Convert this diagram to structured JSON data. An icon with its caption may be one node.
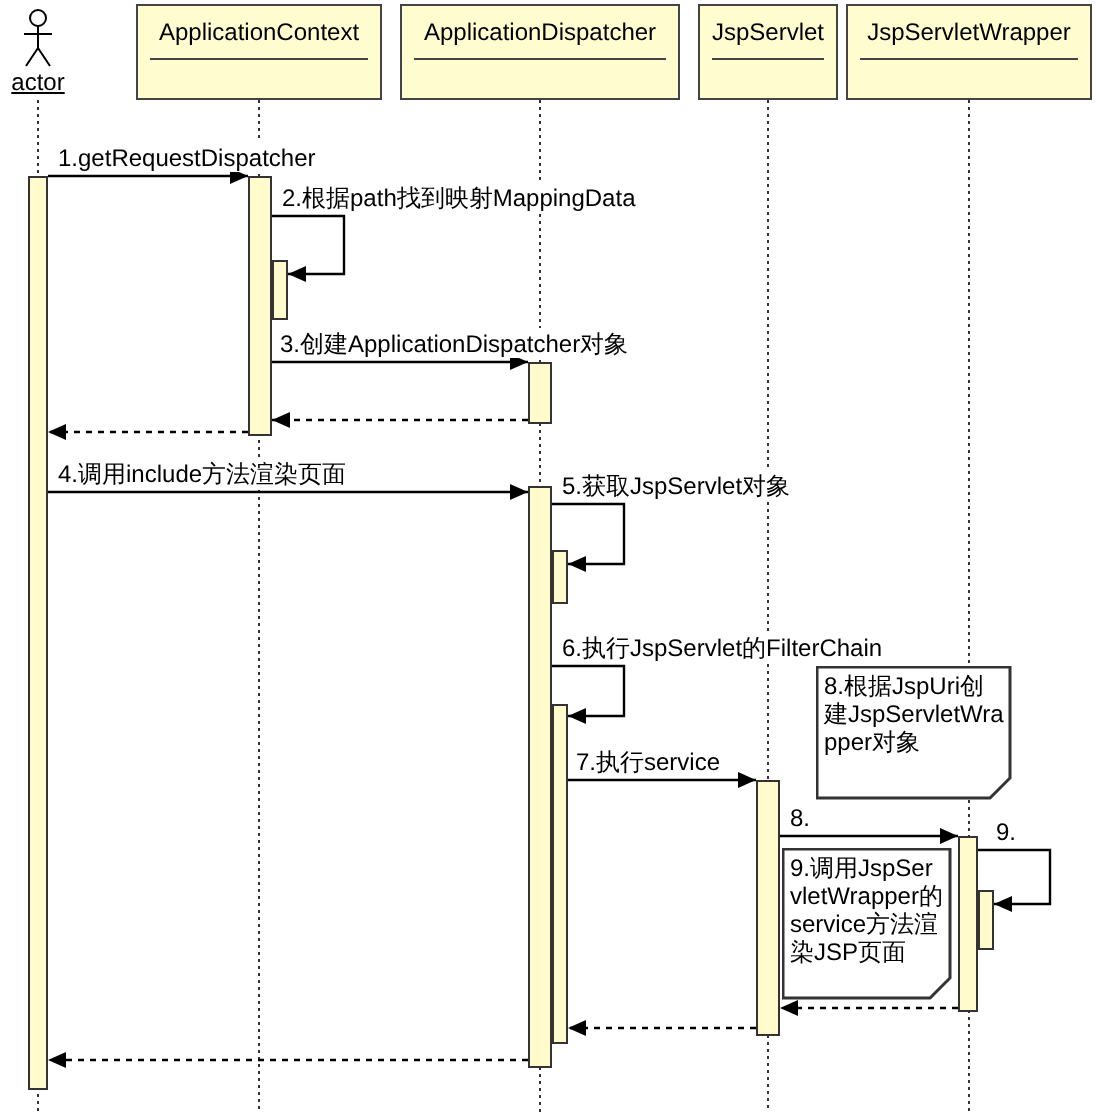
{
  "diagram": {
    "nodes": [
      {
        "text": [
          "actor"
        ]
      },
      {
        "text": [
          "ApplicationContext"
        ]
      },
      {
        "text": [
          "ApplicationDispatcher"
        ]
      },
      {
        "text": [
          "JspServlet"
        ]
      },
      {
        "text": [
          "JspServletWrapper"
        ]
      },
      {
        "text": [],
        "shape": "bar"
      },
      {
        "text": [],
        "shape": "bar"
      },
      {
        "text": [],
        "shape": "bar"
      },
      {
        "text": [],
        "shape": "bar"
      },
      {
        "text": [],
        "shape": "bar"
      },
      {
        "text": [],
        "shape": "bar"
      },
      {
        "text": [],
        "shape": "bar"
      },
      {
        "text": [],
        "shape": "bar"
      },
      {
        "text": [],
        "shape": "bar"
      },
      {
        "text": [],
        "shape": "bar"
      },
      {
        "text": [
          "8.根据JspUri创建JspServletWrapper对象"
        ]
      },
      {
        "text": [
          "9.调用JspServletWrapper的service方法渲染JSP页面"
        ]
      }
    ],
    "edges": [
      {
        "from": 5,
        "to": 6,
        "arrow": "to",
        "label": "1.getRequestDispatcher"
      },
      {
        "from": 6,
        "to": 7,
        "arrow": "to",
        "label": "2.根据path找到映射MappingData"
      },
      {
        "from": 6,
        "to": 8,
        "arrow": "to",
        "label": "3.创建ApplicationDispatcher对象"
      },
      {
        "from": 8,
        "to": 6,
        "arrow": "to",
        "style": "dashed"
      },
      {
        "from": 6,
        "to": 5,
        "arrow": "to",
        "style": "dashed"
      },
      {
        "from": 5,
        "to": 9,
        "arrow": "to",
        "label": "4.调用include方法渲染页面"
      },
      {
        "from": 9,
        "to": 10,
        "arrow": "to",
        "label": "5.获取JspServlet对象"
      },
      {
        "from": 9,
        "to": 11,
        "arrow": "to",
        "label": "6.执行JspServlet的FilterChain"
      },
      {
        "from": 11,
        "to": 12,
        "arrow": "to",
        "label": "7.执行service"
      },
      {
        "from": 12,
        "to": 13,
        "arrow": "to",
        "label": "8."
      },
      {
        "from": 13,
        "to": 14,
        "arrow": "to",
        "label": "9."
      },
      {
        "from": 13,
        "to": 12,
        "arrow": "to",
        "style": "dashed"
      },
      {
        "from": 12,
        "to": 11,
        "arrow": "to",
        "style": "dashed"
      },
      {
        "from": 9,
        "to": 5,
        "arrow": "to",
        "style": "dashed"
      }
    ]
  }
}
